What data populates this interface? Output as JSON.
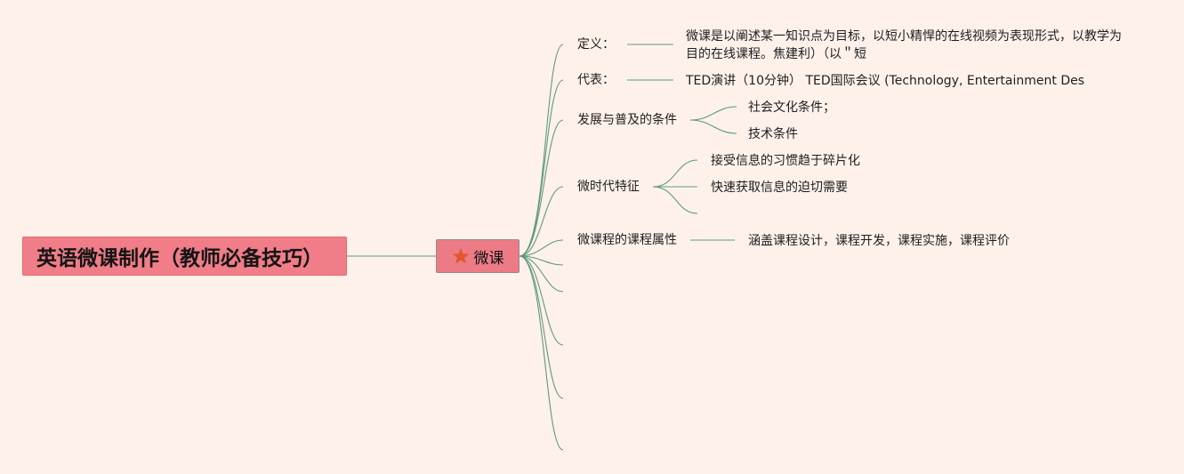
{
  "root": {
    "label": "英语微课制作（教师必备技巧）"
  },
  "hub": {
    "label": "微课",
    "icon": "star-icon",
    "icon_color": "#e2582f"
  },
  "branches": [
    {
      "label": "定义：",
      "leaves": [
        "微课是以阐述某一知识点为目标，以短小精悍的在线视频为表现形式，以教学为",
        "目的在线课程。焦建利）（以＂短"
      ]
    },
    {
      "label": "代表：",
      "leaves": [
        "TED演讲（10分钟） TED国际会议 (Technology, Entertainment Des"
      ]
    },
    {
      "label": "发展与普及的条件",
      "leaves": [
        "社会文化条件；",
        "技术条件"
      ]
    },
    {
      "label": "微时代特征",
      "leaves": [
        "接受信息的习惯趋于碎片化",
        "快速获取信息的迫切需要",
        ""
      ]
    },
    {
      "label": "微课程的课程属性",
      "leaves": [
        "涵盖课程设计，课程开发，课程实施，课程评价"
      ]
    }
  ],
  "colors": {
    "background": "#fdf1ea",
    "root_fill": "#f07d88",
    "hub_fill": "#ec7b86",
    "connector": "#5f9a7c"
  }
}
